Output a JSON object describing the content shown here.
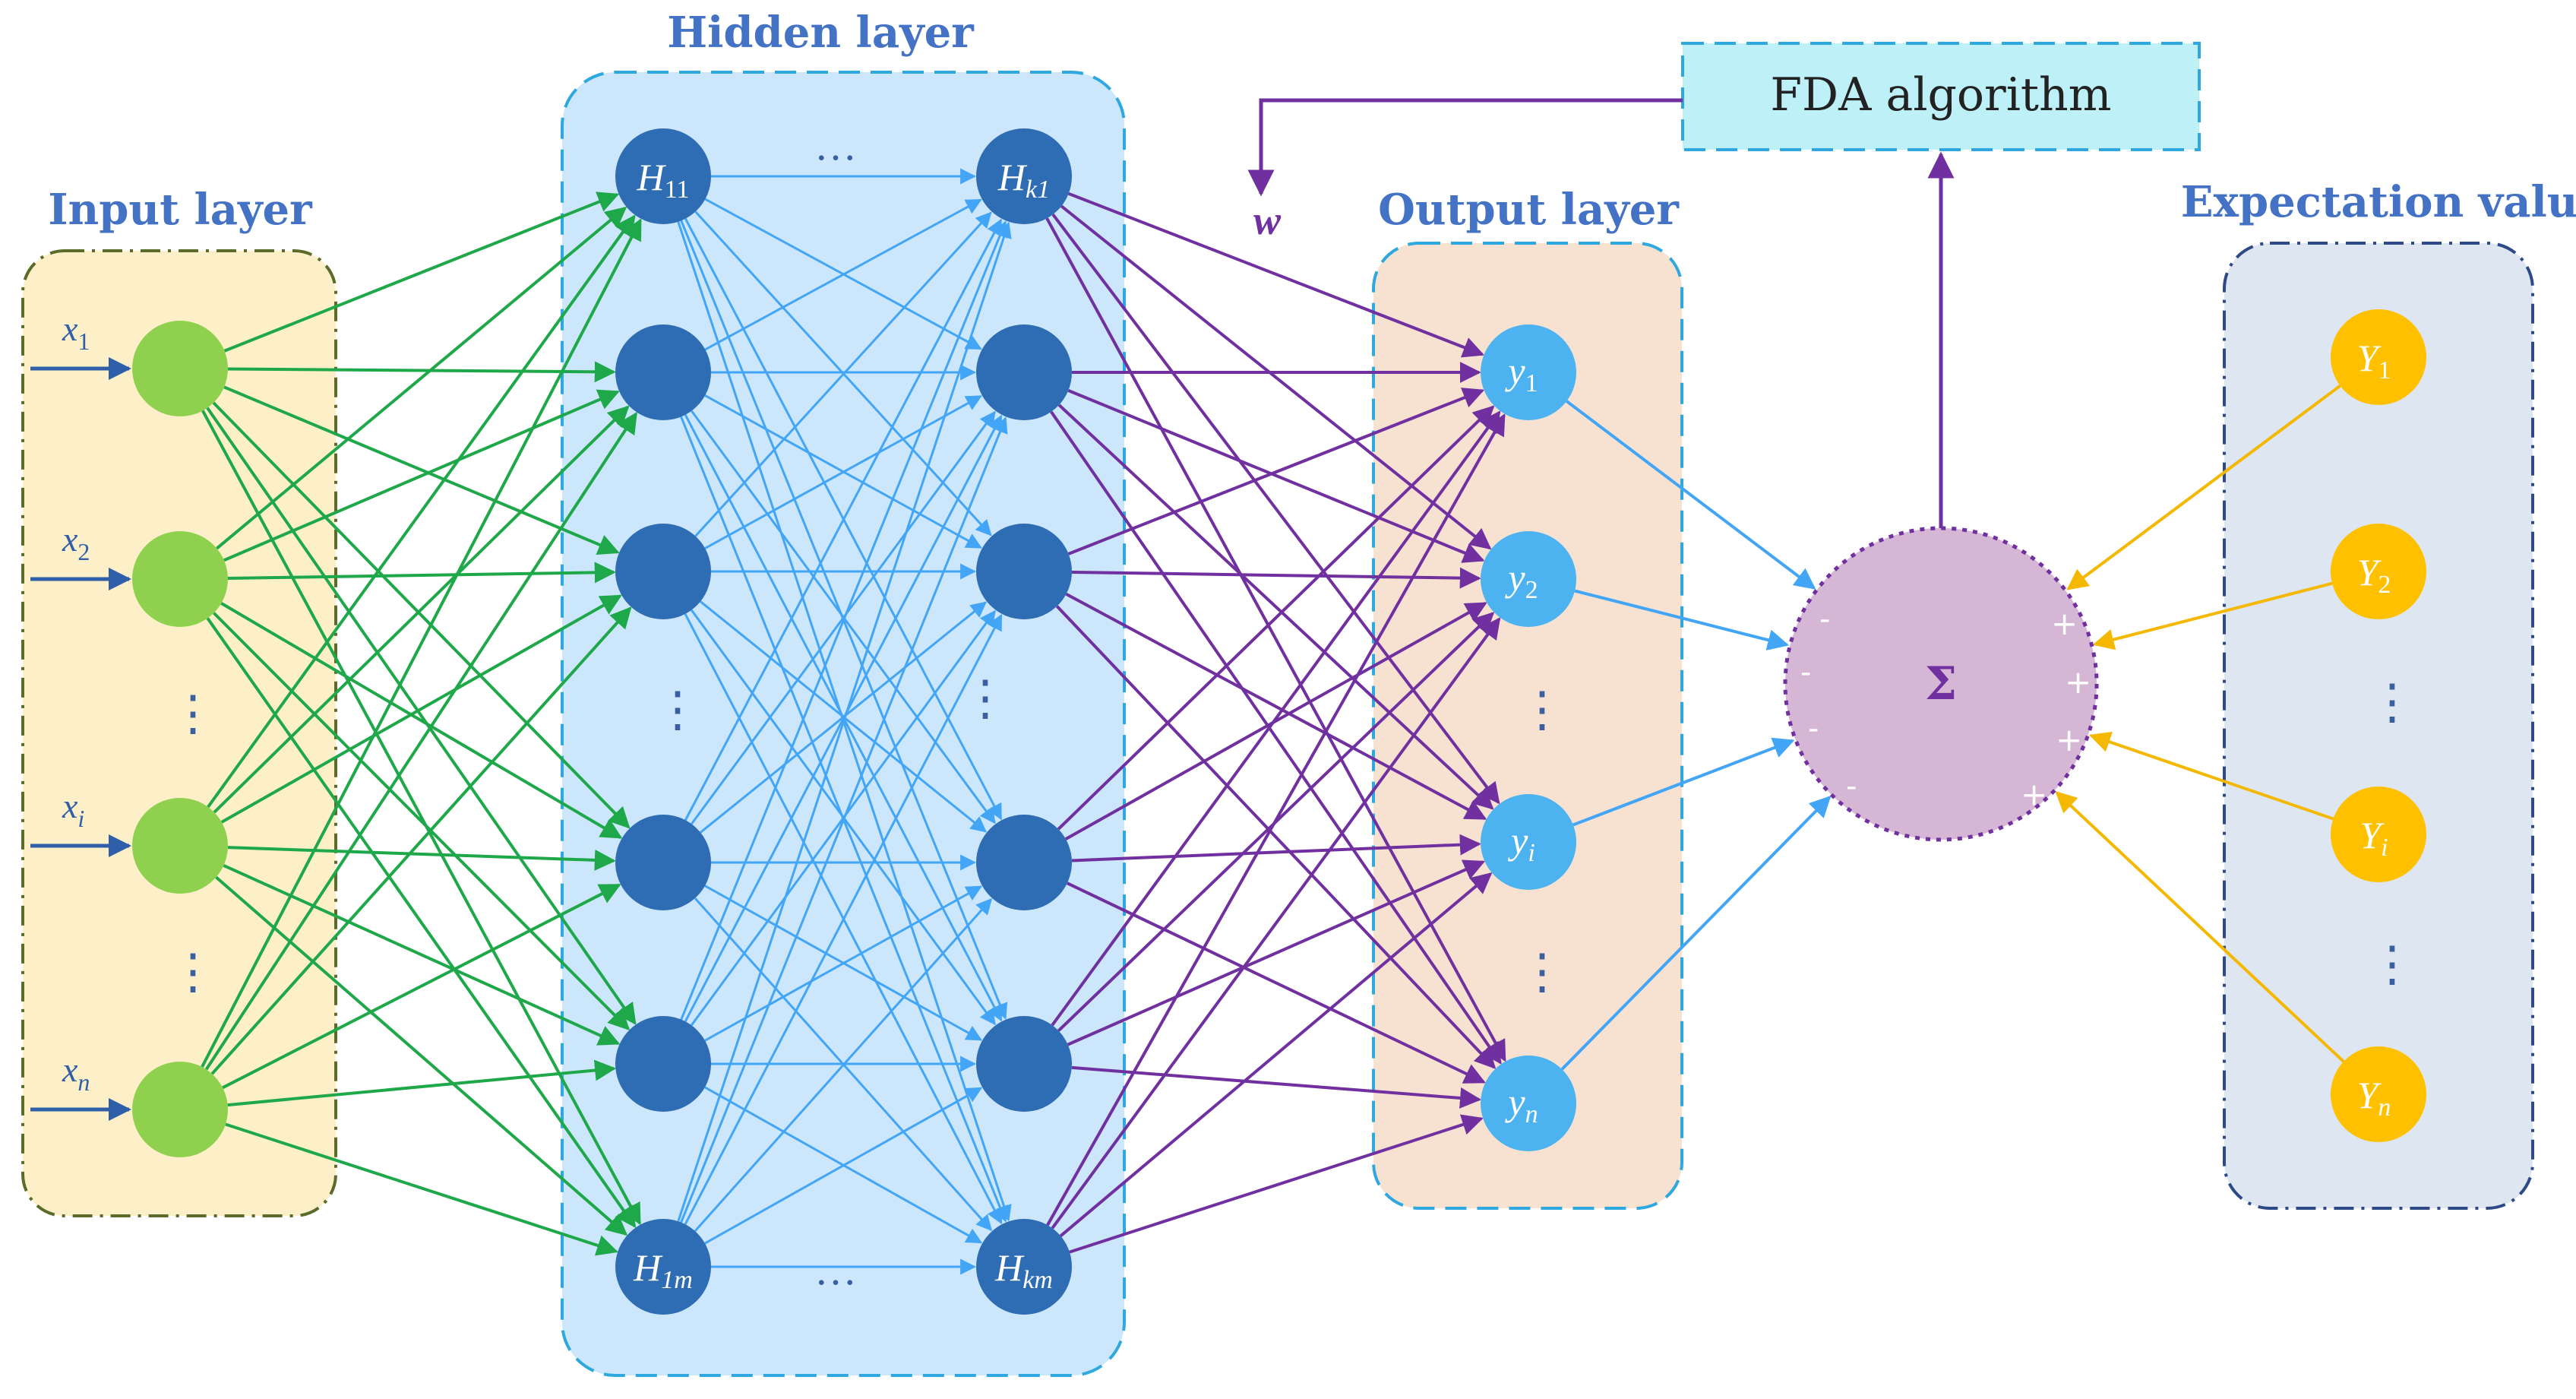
{
  "titles": {
    "input_layer": "Input layer",
    "hidden_layer": "Hidden layer",
    "output_layer": "Output layer",
    "expectation_value": "Expectation value"
  },
  "fda_box": {
    "label": "FDA algorithm"
  },
  "weight_label": "w",
  "sum_symbol": "Σ",
  "signs": {
    "minus": "-",
    "plus": "+"
  },
  "ellipsis": {
    "vertical": "⋮",
    "horizontal": "…"
  },
  "inputs": [
    {
      "base": "x",
      "sub": "1"
    },
    {
      "base": "x",
      "sub": "2"
    },
    {
      "base": "x",
      "sub": "i"
    },
    {
      "base": "x",
      "sub": "n"
    }
  ],
  "hidden_first": {
    "top": {
      "base": "H",
      "sub": "11"
    },
    "bottom": {
      "base": "H",
      "sub": "1m"
    }
  },
  "hidden_last": {
    "top": {
      "base": "H",
      "sub": "k1"
    },
    "bottom": {
      "base": "H",
      "sub": "km"
    }
  },
  "outputs": [
    {
      "base": "y",
      "sub": "1"
    },
    {
      "base": "y",
      "sub": "2"
    },
    {
      "base": "y",
      "sub": "i"
    },
    {
      "base": "y",
      "sub": "n"
    }
  ],
  "expectations": [
    {
      "base": "Y",
      "sub": "1"
    },
    {
      "base": "Y",
      "sub": "2"
    },
    {
      "base": "Y",
      "sub": "i"
    },
    {
      "base": "Y",
      "sub": "n"
    }
  ],
  "colors": {
    "input_node": "#8fd14f",
    "hidden_node": "#2e6db4",
    "output_node": "#4db3f0",
    "expect_node": "#ffc000",
    "green_edge": "#1ea84a",
    "blue_edge": "#42a5f5",
    "purple_edge": "#7030a0",
    "orange_edge": "#f5b800",
    "title_blue": "#4472c4"
  }
}
